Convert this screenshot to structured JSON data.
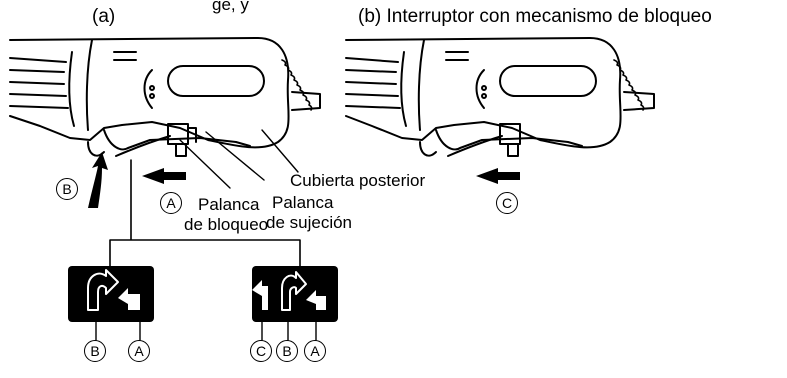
{
  "top_caption": "ge, y",
  "panel_a": {
    "label": "(a)",
    "callouts": {
      "rear_cover": "Cubierta posterior",
      "clamp_lever": [
        "Palanca",
        "de sujeción"
      ],
      "lock_lever": [
        "Palanca",
        "de bloqueo"
      ]
    },
    "markers": {
      "b": "B",
      "a": "A"
    },
    "sequence_left": [
      "B",
      "A"
    ],
    "sequence_right": [
      "C",
      "B",
      "A"
    ]
  },
  "panel_b": {
    "label": "(b) Interruptor con mecanismo de bloqueo",
    "markers": {
      "c": "C"
    }
  },
  "colors": {
    "ink": "#000000",
    "paper": "#ffffff"
  }
}
